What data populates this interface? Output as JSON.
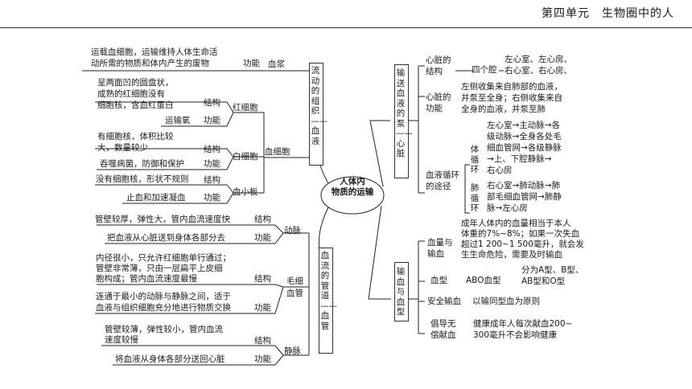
{
  "header": {
    "title": "第四单元　生物圈中的人"
  },
  "center": {
    "line1": "人体内",
    "line2": "物质的运输"
  },
  "left_top": {
    "branch": "流动的组织——血液",
    "plasma": {
      "name": "血浆",
      "func_label": "功能",
      "func_text1": "运载血细胞，运输维持人体生命活",
      "func_text2": "动所需的物质和体内产生的废物"
    },
    "blood_cells": {
      "name": "血细胞",
      "rbc": {
        "name": "红细胞",
        "struct_label": "结构",
        "struct_text1": "呈两面凹的圆盘状，",
        "struct_text2": "成熟的红细胞没有",
        "struct_text3": "细胞核，含血红蛋白",
        "func_label": "功能",
        "func_text": "运输氧"
      },
      "wbc": {
        "name": "白细胞",
        "struct_label": "结构",
        "struct_text1": "有细胞核，体积比较",
        "struct_text2": "大，数量较少",
        "func_label": "功能",
        "func_text": "吞噬病菌，防御和保护"
      },
      "platelet": {
        "name": "血小板",
        "struct_label": "结构",
        "struct_text": "没有细胞核，形状不规则",
        "func_label": "功能",
        "func_text": "止血和加速凝血"
      }
    }
  },
  "left_bottom": {
    "branch": "血流的管道——血管",
    "artery": {
      "name": "动脉",
      "struct_label": "结构",
      "struct_text": "管壁较厚，弹性大，管内血流速度快",
      "func_label": "功能",
      "func_text": "把血液从心脏送到身体各部分去"
    },
    "capillary": {
      "name1": "毛细",
      "name2": "血管",
      "struct_label": "结构",
      "struct_text1": "内径很小，只允许红细胞单行通过；",
      "struct_text2": "管壁非常薄，只由一层扁平上皮细",
      "struct_text3": "胞构成；管内血流速度最慢",
      "func_label": "功能",
      "func_text1": "连通于最小的动脉与静脉之间，适于",
      "func_text2": "血液与组织细胞充分地进行物质交换"
    },
    "vein": {
      "name": "静脉",
      "struct_label": "结构",
      "struct_text1": "管壁较薄，弹性较小，管内血流",
      "struct_text2": "速度较慢",
      "func_label": "功能",
      "func_text": "将血液从身体各部分送回心脏"
    }
  },
  "right_top": {
    "branch": "输送血液的泵——心脏",
    "structure": {
      "label1": "心脏的",
      "label2": "结构",
      "sub": "四个腔",
      "text1": "左心室、左心房、",
      "text2": "右心室、右心房、"
    },
    "function": {
      "label1": "心脏的",
      "label2": "功能",
      "text1": "左侧收集来自肺部的血液，",
      "text2": "并泵至全身；右侧收集来自",
      "text3": "全身的血液，并泵至肺"
    },
    "circulation": {
      "label1": "血液循环",
      "label2": "的途径",
      "systemic_label": "体循环",
      "systemic_text1": "左心室→主动脉→各",
      "systemic_text2": "级动脉→全身各处毛",
      "systemic_text3": "细血管网→各级静脉",
      "systemic_text4": "→上、下腔静脉→",
      "systemic_text5": "右心房",
      "pulmonary_label": "肺循环",
      "pulmonary_text1": "右心室→肺动脉→肺",
      "pulmonary_text2": "部毛细血管网→肺静",
      "pulmonary_text3": "脉→左心房"
    }
  },
  "right_bottom": {
    "branch": "输血与血型",
    "volume": {
      "label1": "血量与",
      "label2": "输血",
      "text1": "成年人体内的血量相当于本人",
      "text2": "体重的7%~8%；如果一次失血",
      "text3": "超过1 200~1 500毫升，就会发",
      "text4": "生生命危险，需要及时输血"
    },
    "blood_type": {
      "label": "血型",
      "abo": "ABO血型",
      "text1": "分为A型、B型、",
      "text2": "AB型和O型"
    },
    "safe": {
      "label": "安全输血",
      "text": "以输同型血为原则"
    },
    "donation": {
      "label1": "倡导无",
      "label2": "偿献血",
      "text1": "健康成年人每次献血200~",
      "text2": "300毫升不会影响健康"
    }
  }
}
